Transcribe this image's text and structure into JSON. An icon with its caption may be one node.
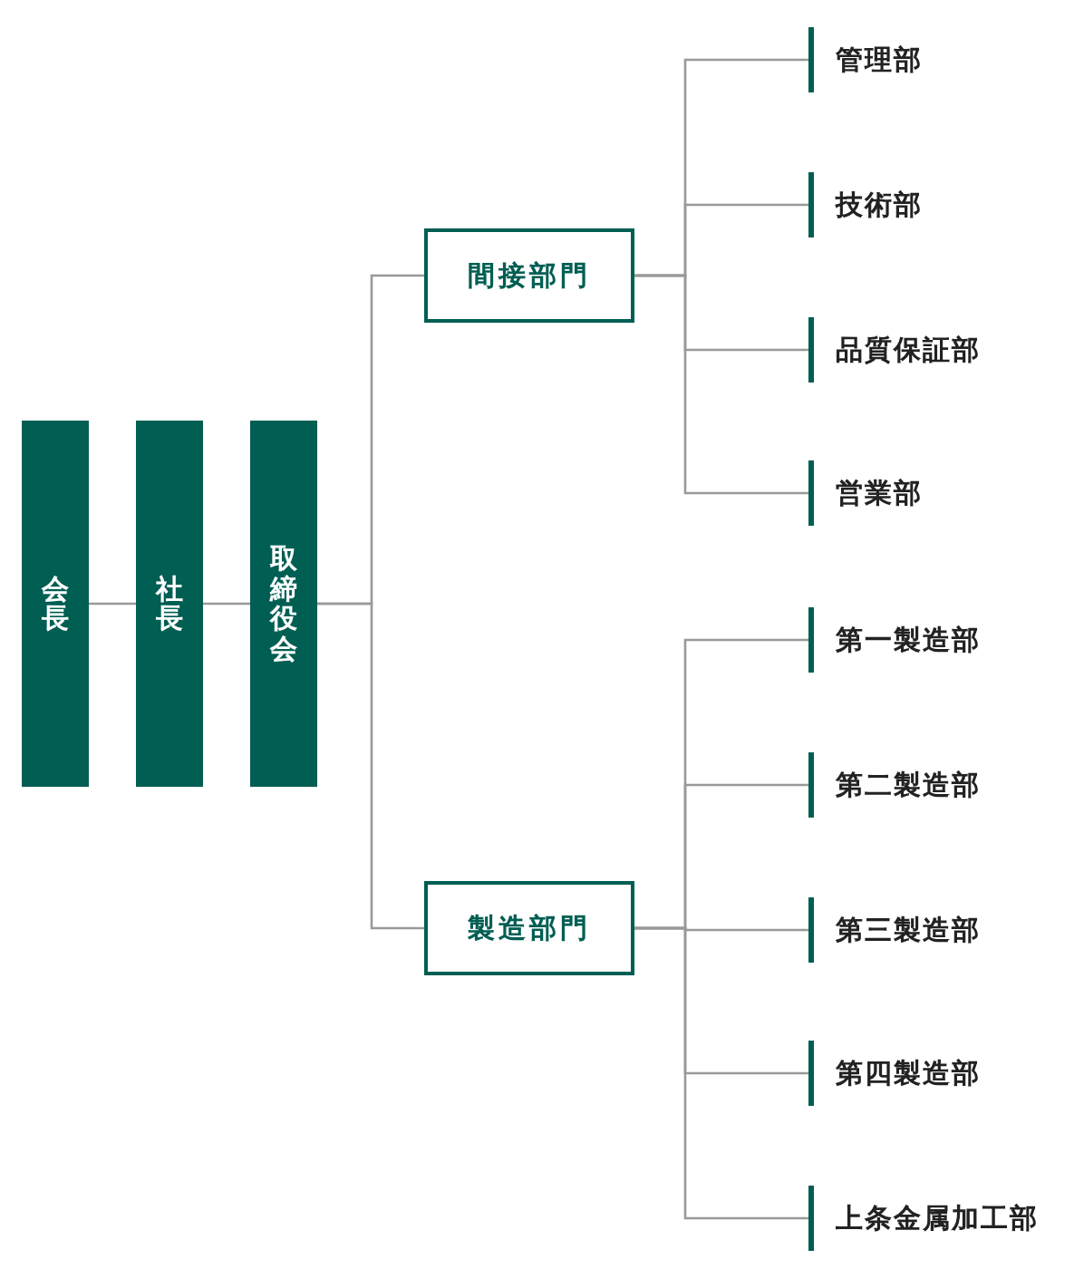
{
  "diagram": {
    "nodes": [
      {
        "text": [
          "会長"
        ]
      },
      {
        "text": [
          "社長"
        ]
      },
      {
        "text": [
          "取締役会"
        ]
      },
      {
        "text": [
          "間接部門"
        ]
      },
      {
        "text": [
          "製造部門"
        ]
      },
      {
        "text": [
          "管理部"
        ]
      },
      {
        "text": [
          "技術部"
        ]
      },
      {
        "text": [
          "品質保証部"
        ]
      },
      {
        "text": [
          "営業部"
        ]
      },
      {
        "text": [
          "第一製造部"
        ]
      },
      {
        "text": [
          "第二製造部"
        ]
      },
      {
        "text": [
          "第三製造部"
        ]
      },
      {
        "text": [
          "第四製造部"
        ]
      },
      {
        "text": [
          "上条金属加工部"
        ]
      }
    ],
    "edges": [
      {
        "from": 0,
        "to": 1,
        "arrow": "none"
      },
      {
        "from": 1,
        "to": 2,
        "arrow": "none"
      },
      {
        "from": 2,
        "to": 3,
        "arrow": "none"
      },
      {
        "from": 2,
        "to": 4,
        "arrow": "none"
      },
      {
        "from": 3,
        "to": 5,
        "arrow": "none"
      },
      {
        "from": 3,
        "to": 6,
        "arrow": "none"
      },
      {
        "from": 3,
        "to": 7,
        "arrow": "none"
      },
      {
        "from": 3,
        "to": 8,
        "arrow": "none"
      },
      {
        "from": 4,
        "to": 9,
        "arrow": "none"
      },
      {
        "from": 4,
        "to": 10,
        "arrow": "none"
      },
      {
        "from": 4,
        "to": 11,
        "arrow": "none"
      },
      {
        "from": 4,
        "to": 12,
        "arrow": "none"
      },
      {
        "from": 4,
        "to": 13,
        "arrow": "none"
      }
    ]
  }
}
